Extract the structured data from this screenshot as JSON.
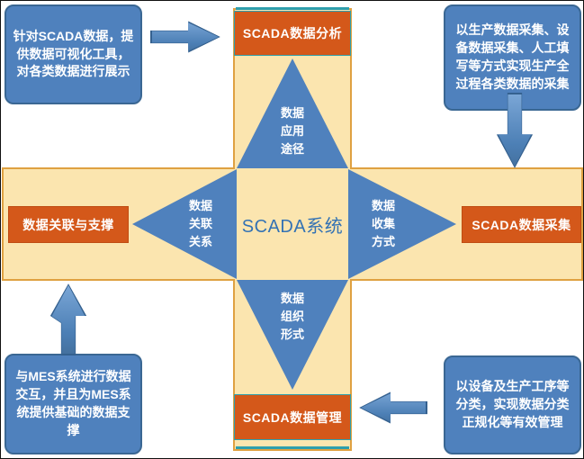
{
  "center": {
    "label": "SCADA系统"
  },
  "branches": {
    "top": {
      "node": "SCADA数据分析",
      "triangle": "数据\n应用\n途径",
      "note": "针对SCADA数据，提供数据可视化工具，对各类数据进行展示"
    },
    "right": {
      "node": "SCADA数据采集",
      "triangle": "数据\n收集\n方式",
      "note": "以生产数据采集、设备数据采集、人工填写等方式实现生产全过程各类数据的采集"
    },
    "bottom": {
      "node": "SCADA数据管理",
      "triangle": "数据\n组织\n形式",
      "note": "以设备及生产工序等分类，实现数据分类正规化等有效管理"
    },
    "left": {
      "node": "数据关联与支撑",
      "triangle": "数据\n关联\n关系",
      "note": "与MES系统进行数据交互，并且为MES系统提供基础的数据支撑"
    }
  },
  "colors": {
    "cross_fill": "#fbe5af",
    "cross_border": "#dfa141",
    "node_fill": "#d4581a",
    "triangle_fill": "#4f81bd",
    "note_fill": "#4f81bd",
    "note_border": "#3a6793",
    "arrow_fill": "#4c7fb5",
    "arrow_border": "#35618f",
    "center_text": "#3372b4",
    "accent_teal": "#2e9fad"
  }
}
